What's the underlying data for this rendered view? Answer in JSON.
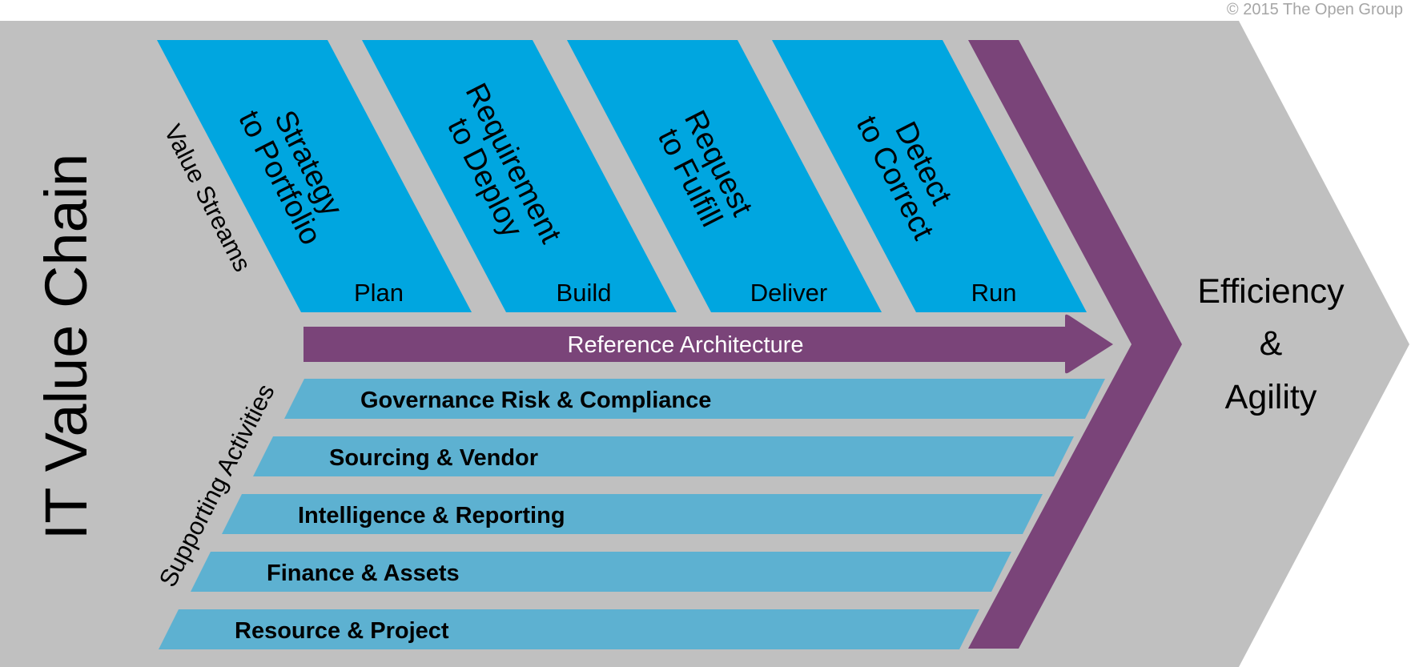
{
  "copyright": "© 2015 The Open Group",
  "title": "IT Value Chain",
  "value_streams_label": "Value Streams",
  "supporting_activities_label": "Supporting Activities",
  "value_streams": [
    {
      "line1": "Strategy",
      "line2": "to Portfolio",
      "phase": "Plan"
    },
    {
      "line1": "Requirement",
      "line2": "to Deploy",
      "phase": "Build"
    },
    {
      "line1": "Request",
      "line2": "to Fulfill",
      "phase": "Deliver"
    },
    {
      "line1": "Detect",
      "line2": "to Correct",
      "phase": "Run"
    }
  ],
  "reference_architecture": "Reference Architecture",
  "supporting_activities": [
    "Governance Risk & Compliance",
    "Sourcing & Vendor",
    "Intelligence & Reporting",
    "Finance & Assets",
    "Resource & Project"
  ],
  "outcome": {
    "line1": "Efficiency",
    "line2": "&",
    "line3": "Agility"
  },
  "colors": {
    "background": "#c0c0c0",
    "value_stream_fill": "#00a6e0",
    "activity_fill": "#5db1d1",
    "purple": "#7a4479",
    "copyright": "#a6a6a6"
  }
}
